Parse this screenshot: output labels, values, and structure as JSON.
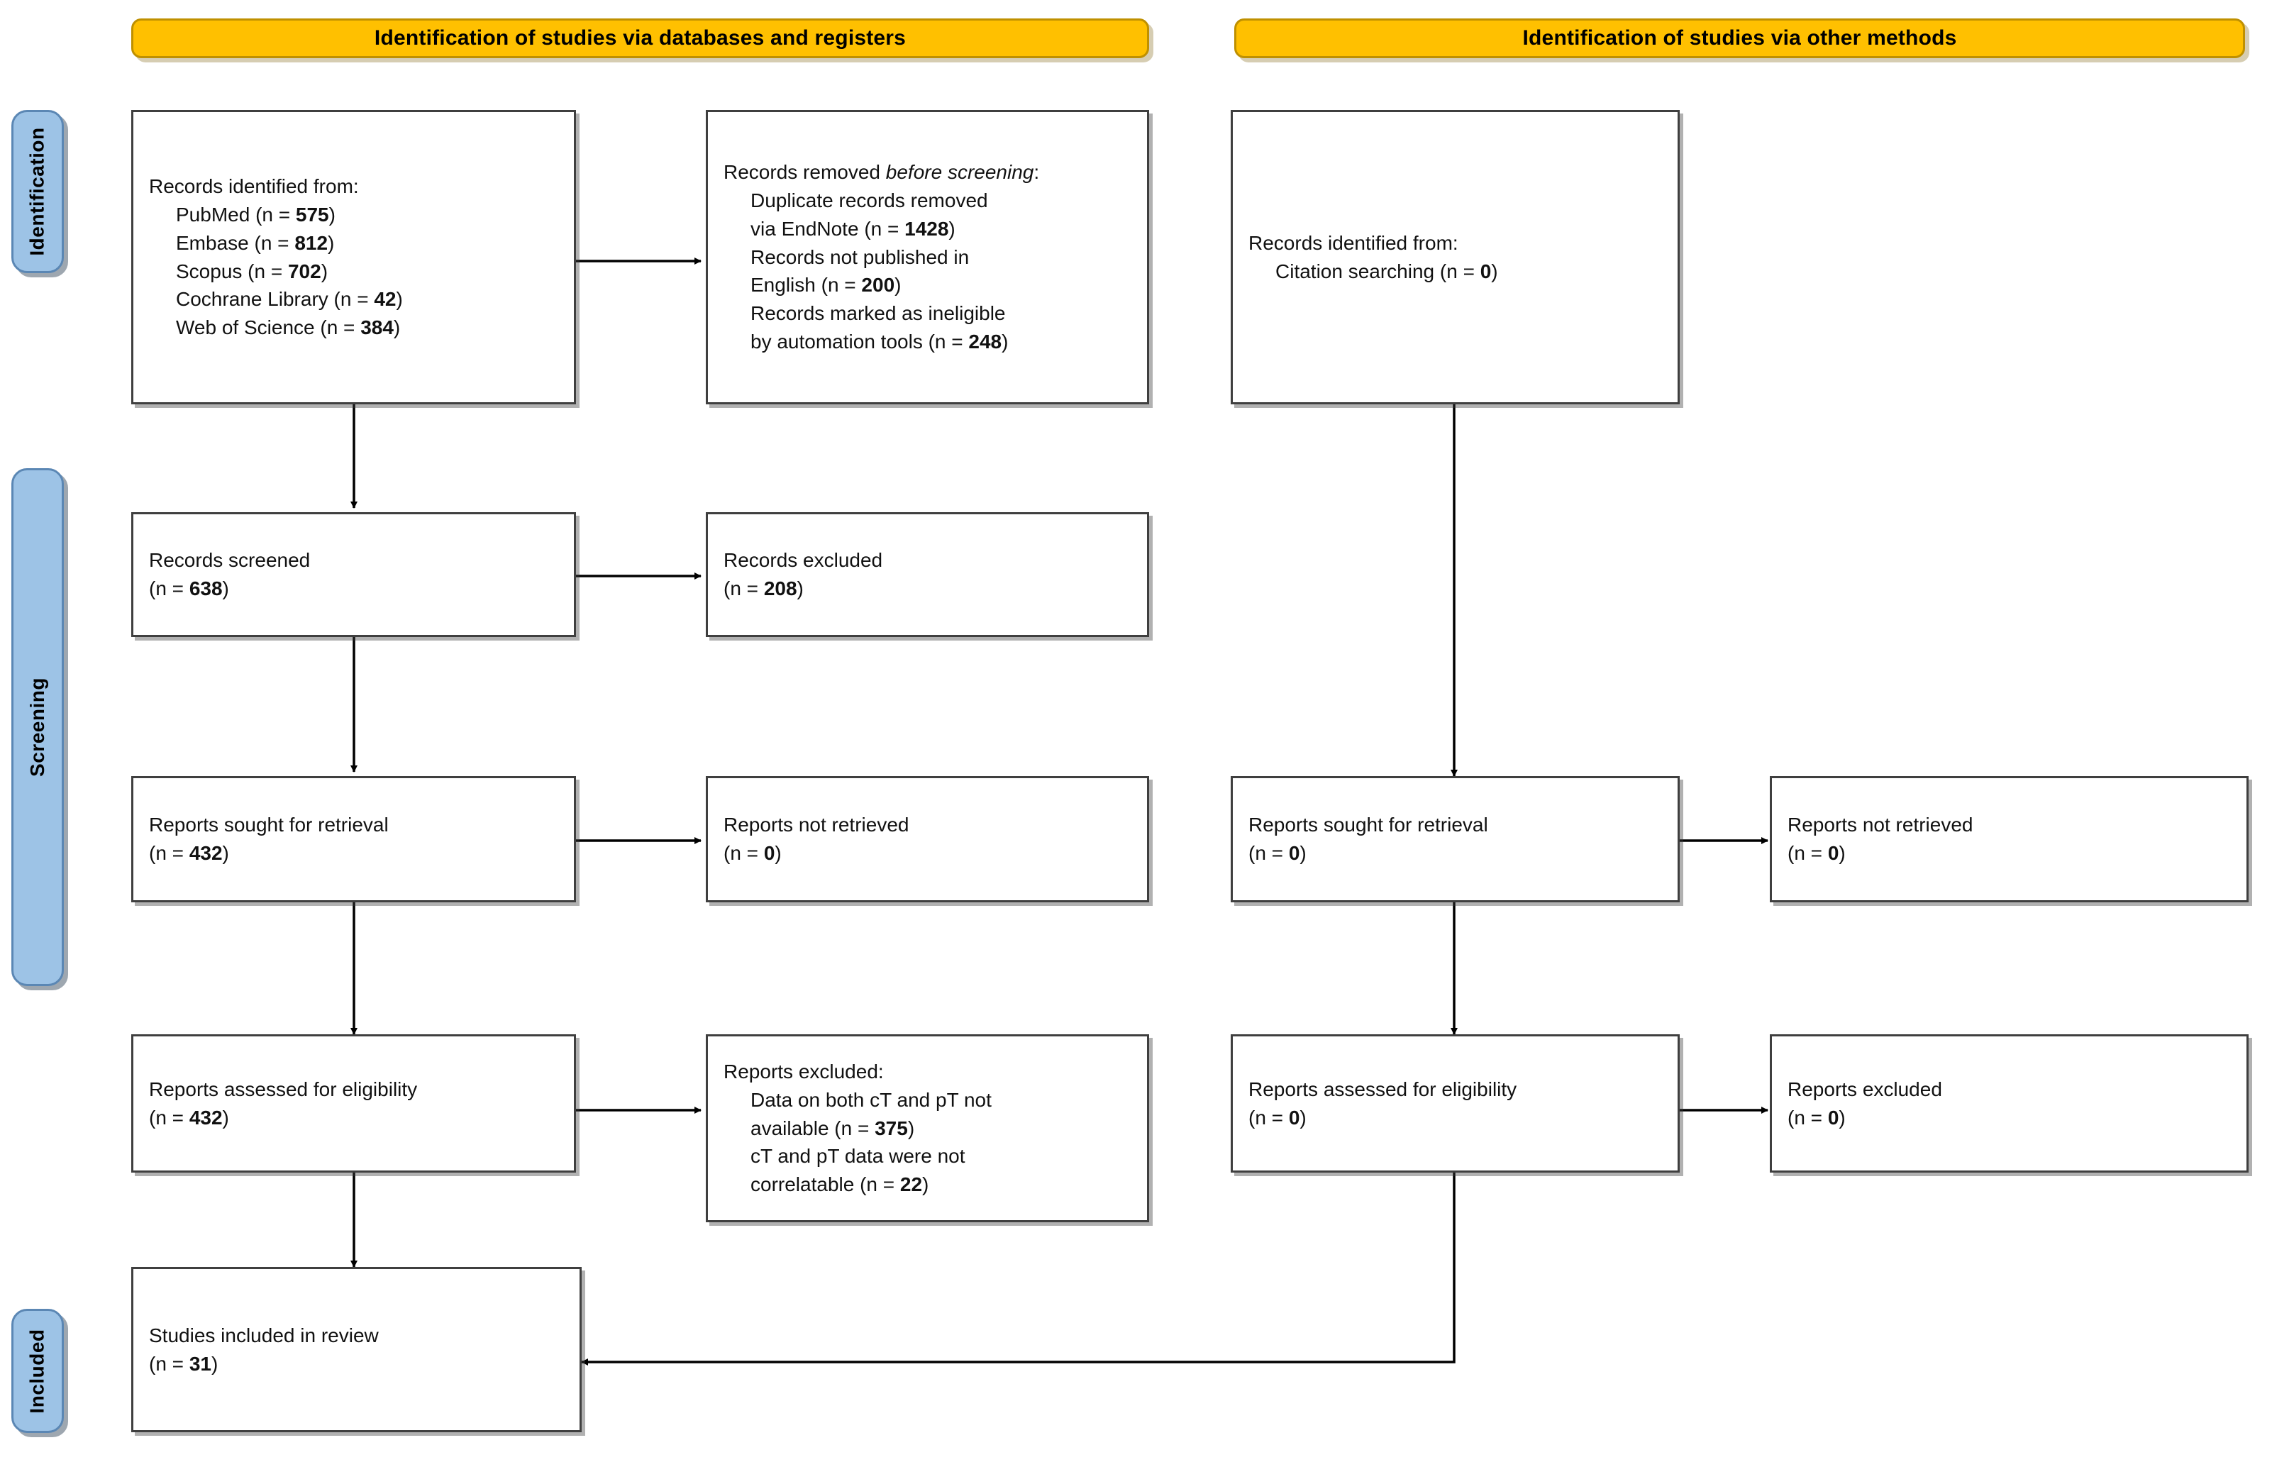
{
  "diagram": {
    "title": "PRISMA 2020 flow diagram",
    "colors": {
      "header_fill": "#FFC000",
      "header_border": "#BF9000",
      "stage_pill_fill": "#9DC3E6",
      "stage_pill_border": "#5B87B4",
      "box_border": "#3F3F3F",
      "box_fill": "#FFFFFF",
      "connector": "#000000"
    }
  },
  "headers": {
    "databases": "Identification of studies via databases and registers",
    "other": "Identification of studies via other methods"
  },
  "stages": {
    "identification": "Identification",
    "screening": "Screening",
    "included": "Included"
  },
  "left_column": {
    "records_identified": {
      "title": "Records identified from:",
      "items": [
        {
          "label": "PubMed (n = ",
          "count": "575",
          "close": ")"
        },
        {
          "label": "Embase (n = ",
          "count": "812",
          "close": ")"
        },
        {
          "label": "Scopus (n = ",
          "count": "702",
          "close": ")"
        },
        {
          "label": "Cochrane Library (n = ",
          "count": "42",
          "close": ")"
        },
        {
          "label": "Web of Science (n = ",
          "count": "384",
          "close": ")"
        }
      ]
    },
    "records_screened": {
      "title": "Records screened",
      "count_line_pre": "(n = ",
      "count": "638",
      "count_line_post": ")"
    },
    "reports_sought": {
      "title": "Reports sought for retrieval",
      "count_line_pre": "(n = ",
      "count": "432",
      "count_line_post": ")"
    },
    "reports_assessed": {
      "title": "Reports assessed for eligibility",
      "count_line_pre": "(n = ",
      "count": "432",
      "count_line_post": ")"
    },
    "studies_included": {
      "title": "Studies included in review",
      "count_line_pre": "(n = ",
      "count": "31",
      "count_line_post": ")"
    }
  },
  "left_exclusions": {
    "records_removed": {
      "title_pre": "Records removed ",
      "title_italic": "before screening",
      "title_post": ":",
      "items": [
        {
          "line1": "Duplicate records removed",
          "line2_pre": "via EndNote (n = ",
          "count": "1428",
          "line2_post": ")"
        },
        {
          "line1": "Records not published in",
          "line2_pre": "English (n = ",
          "count": "200",
          "line2_post": ")"
        },
        {
          "line1": "Records marked as ineligible",
          "line2_pre": "by automation tools (n = ",
          "count": "248",
          "line2_post": ")"
        }
      ]
    },
    "records_excluded": {
      "title": "Records excluded",
      "count_line_pre": "(n = ",
      "count": "208",
      "count_line_post": ")"
    },
    "reports_not_retrieved": {
      "title": "Reports not retrieved",
      "count_line_pre": "(n = ",
      "count": "0",
      "count_line_post": ")"
    },
    "reports_excluded": {
      "title": "Reports excluded:",
      "items": [
        {
          "line1": "Data on both cT and pT not",
          "line2_pre": "available (n = ",
          "count": "375",
          "line2_post": ")"
        },
        {
          "line1": "cT and pT data were not",
          "line2_pre": "correlatable (n = ",
          "count": "22",
          "line2_post": ")"
        }
      ]
    }
  },
  "right_column": {
    "records_identified": {
      "title": "Records identified from:",
      "items": [
        {
          "label": "Citation searching (n = ",
          "count": "0",
          "close": ")"
        }
      ]
    },
    "reports_sought": {
      "title": "Reports sought for retrieval",
      "count_line_pre": "(n = ",
      "count": "0",
      "count_line_post": ")"
    },
    "reports_assessed": {
      "title": "Reports assessed for eligibility",
      "count_line_pre": "(n = ",
      "count": "0",
      "count_line_post": ")"
    }
  },
  "right_exclusions": {
    "reports_not_retrieved": {
      "title": "Reports not retrieved",
      "count_line_pre": "(n = ",
      "count": "0",
      "count_line_post": ")"
    },
    "reports_excluded": {
      "title": "Reports excluded",
      "count_line_pre": "(n = ",
      "count": "0",
      "count_line_post": ")"
    }
  }
}
